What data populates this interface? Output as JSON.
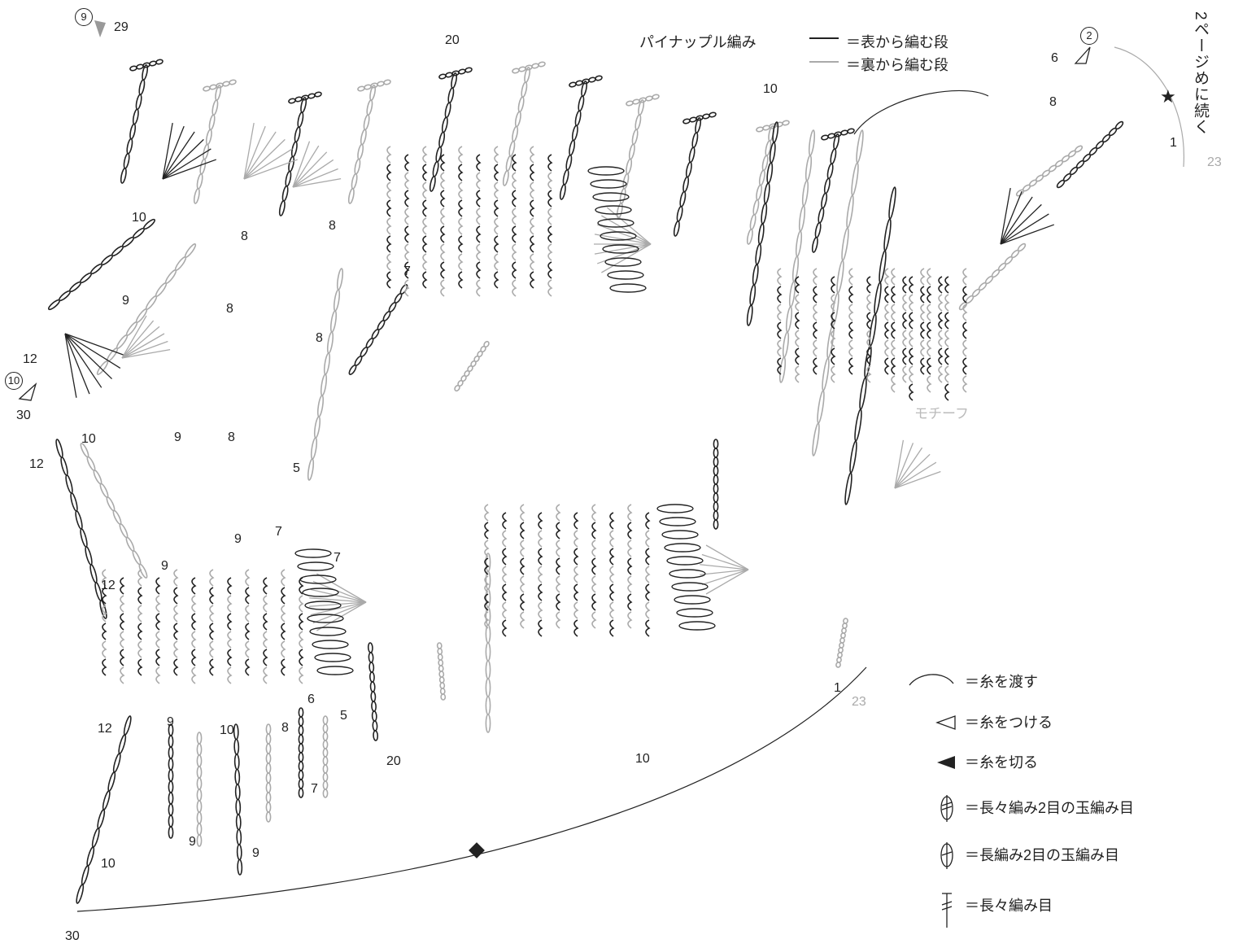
{
  "legend": {
    "title": "パイナップル編み",
    "front_rows": "＝表から編む段",
    "back_rows": "＝裏から編む段"
  },
  "continuation_note": "2ページめに続く",
  "motif_label": "モチーフ",
  "row_labels": {
    "top_left_start": "9",
    "top_left_row": "29",
    "top_center": "20",
    "top_right_mark": "2",
    "top_right_row": "6",
    "top_right_8": "8",
    "right_1": "1",
    "right_23": "23",
    "center_10": "10",
    "left_mark": "10",
    "left_12": "12",
    "left_30": "30",
    "bottom_30": "30",
    "bottom_1": "1",
    "bottom_23": "23",
    "bottom_10": "10",
    "bottom_20": "20"
  },
  "scattered_numbers": [
    "10",
    "8",
    "8",
    "9",
    "8",
    "8",
    "7",
    "10",
    "9",
    "8",
    "5",
    "12",
    "12",
    "9",
    "9",
    "7",
    "7",
    "6",
    "5",
    "9",
    "10",
    "8",
    "12",
    "7",
    "9",
    "9",
    "10"
  ],
  "symbols": {
    "pass_yarn": "＝糸を渡す",
    "attach_yarn": "＝糸をつける",
    "cut_yarn": "＝糸を切る",
    "dtr2_cluster": "＝長々編み2目の玉編み目",
    "tr2_cluster": "＝長編み2目の玉編み目",
    "dtr": "＝長々編み目"
  },
  "colors": {
    "front": "#222222",
    "back": "#aaaaaa",
    "motif": "#cccccc"
  }
}
